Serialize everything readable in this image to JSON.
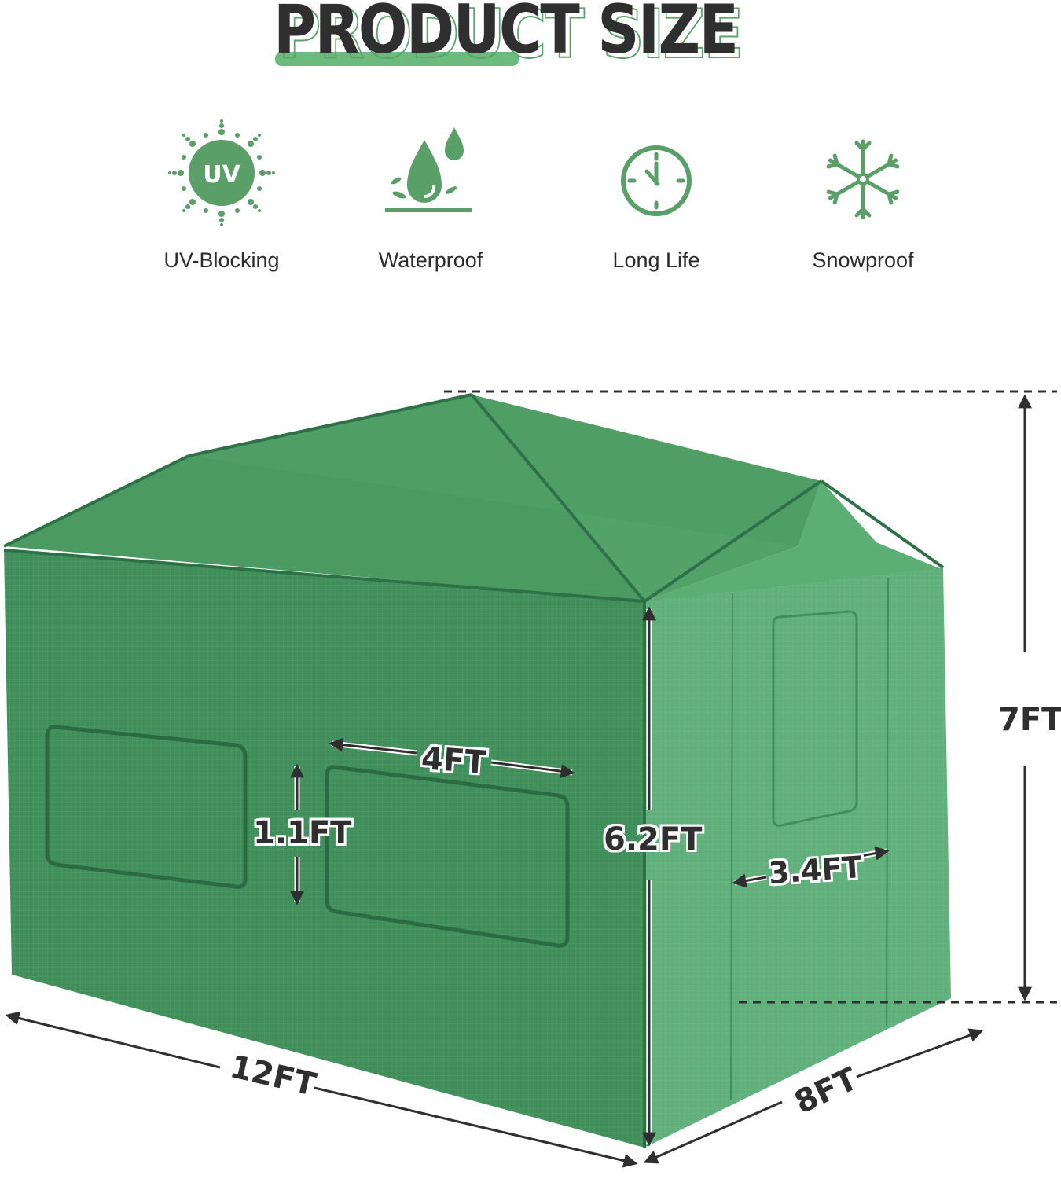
{
  "header": {
    "title": "PRODUCT SIZE"
  },
  "features": [
    {
      "icon": "uv-sun-icon",
      "badge": "UV",
      "label": "UV-Blocking"
    },
    {
      "icon": "water-drop-icon",
      "label": "Waterproof"
    },
    {
      "icon": "clock-icon",
      "label": "Long Life"
    },
    {
      "icon": "snowflake-icon",
      "label": "Snowproof"
    }
  ],
  "dimensions": {
    "overall_height": "7FT",
    "wall_height": "6.2FT",
    "length": "12FT",
    "width": "8FT",
    "window_width": "4FT",
    "window_height": "1.1FT",
    "door_width": "3.4FT"
  },
  "colors": {
    "accent_green": "#5a9e68",
    "title_dark": "#2f2f2f",
    "greenhouse_front": "#3f8f5a",
    "greenhouse_side": "#5fb07a",
    "greenhouse_roof": "#4a9a62"
  }
}
